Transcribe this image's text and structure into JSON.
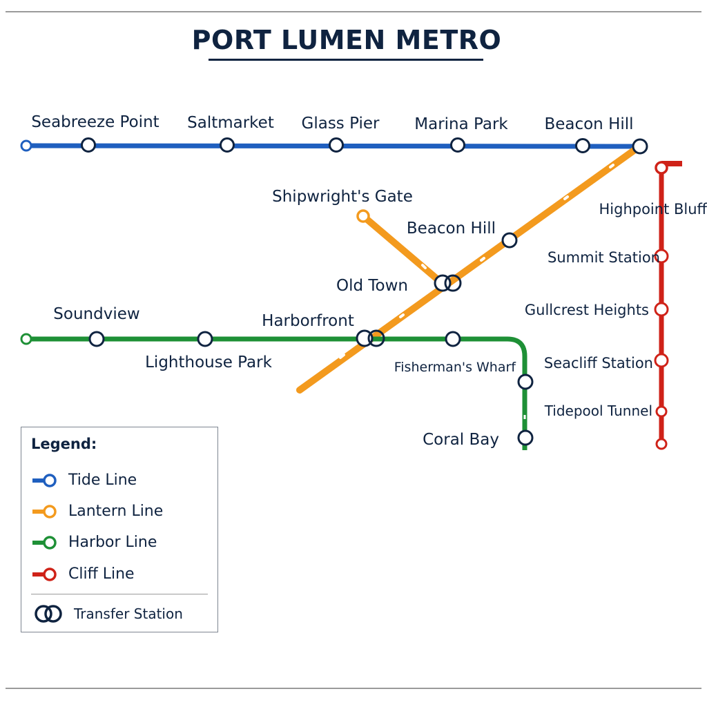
{
  "title": "PORT LUMEN METRO",
  "colors": {
    "tide": "#1f5fbf",
    "lantern": "#f39a1e",
    "harbor": "#1e9036",
    "cliff": "#cf2218",
    "ink": "#0f2340"
  },
  "lines": {
    "tide": {
      "stations": [
        "Seabreeze Point",
        "Saltmarket",
        "Glass Pier",
        "Marina Park",
        "Beacon Hill"
      ]
    },
    "lantern": {
      "stations": [
        "Shipwright's Gate",
        "Beacon Hill",
        "Old Town",
        "Harborfront"
      ]
    },
    "harbor": {
      "stations": [
        "Soundview",
        "Lighthouse Park",
        "Harborfront",
        "Fisherman's Wharf",
        "Coral Bay"
      ]
    },
    "cliff": {
      "stations": [
        "Highpoint Bluff",
        "Summit Station",
        "Gullcrest Heights",
        "Seacliff Station",
        "Tidepool Tunnel"
      ]
    }
  },
  "legend": {
    "title": "Legend:",
    "items": [
      {
        "label": "Tide Line",
        "color": "#1f5fbf"
      },
      {
        "label": "Lantern Line",
        "color": "#f39a1e"
      },
      {
        "label": "Harbor Line",
        "color": "#1e9036"
      },
      {
        "label": "Cliff Line",
        "color": "#cf2218"
      }
    ],
    "transfer_label": "Transfer Station"
  }
}
